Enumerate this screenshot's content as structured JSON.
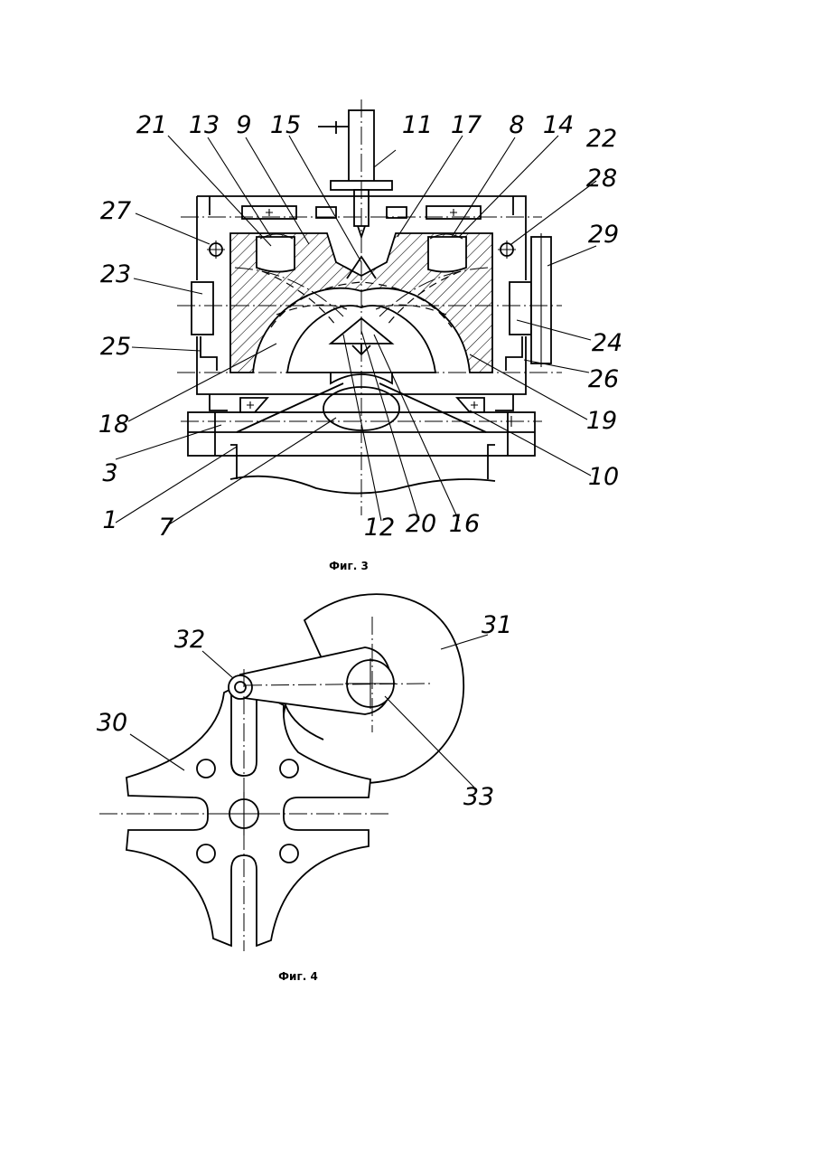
{
  "figures": [
    {
      "caption": "Фиг. 3",
      "labels": [
        "21",
        "13",
        "9",
        "15",
        "11",
        "17",
        "8",
        "14",
        "22",
        "28",
        "27",
        "29",
        "23",
        "24",
        "25",
        "26",
        "18",
        "19",
        "3",
        "10",
        "1",
        "7",
        "12",
        "20",
        "16"
      ]
    },
    {
      "caption": "Фиг. 4",
      "labels": [
        "32",
        "31",
        "30",
        "33"
      ]
    }
  ]
}
